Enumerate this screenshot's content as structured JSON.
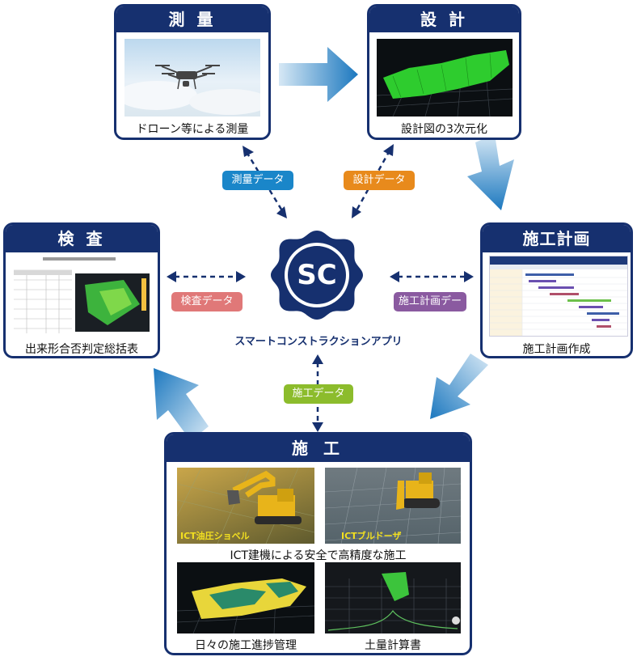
{
  "stages": {
    "survey": {
      "title": "測 量",
      "caption": "ドローン等による測量"
    },
    "design": {
      "title": "設 計",
      "caption": "設計図の3次元化"
    },
    "planning": {
      "title": "施工計画",
      "caption": "施工計画作成"
    },
    "inspection": {
      "title": "検 査",
      "caption": "出来形合否判定総括表"
    },
    "construction": {
      "title": "施 工",
      "machine_caption": "ICT建機による安全で高精度な施工",
      "progress_caption": "日々の施工進捗管理",
      "volume_caption": "土量計算書",
      "excavator_label": "ICT油圧ショベル",
      "bulldozer_label": "ICTブルドーザ"
    }
  },
  "data_tags": {
    "survey": "測量データ",
    "design": "設計データ",
    "inspection": "検査データ",
    "planning": "施工計画データ",
    "construction": "施工データ"
  },
  "hub": {
    "logo": "SC",
    "label": "スマートコンストラクションアプリ"
  },
  "colors": {
    "navy": "#16306f",
    "survey_tag": "#1a86c9",
    "design_tag": "#e88a1c",
    "inspection_tag": "#e07878",
    "planning_tag": "#8a5aa0",
    "construction_tag": "#8cbc2c"
  }
}
